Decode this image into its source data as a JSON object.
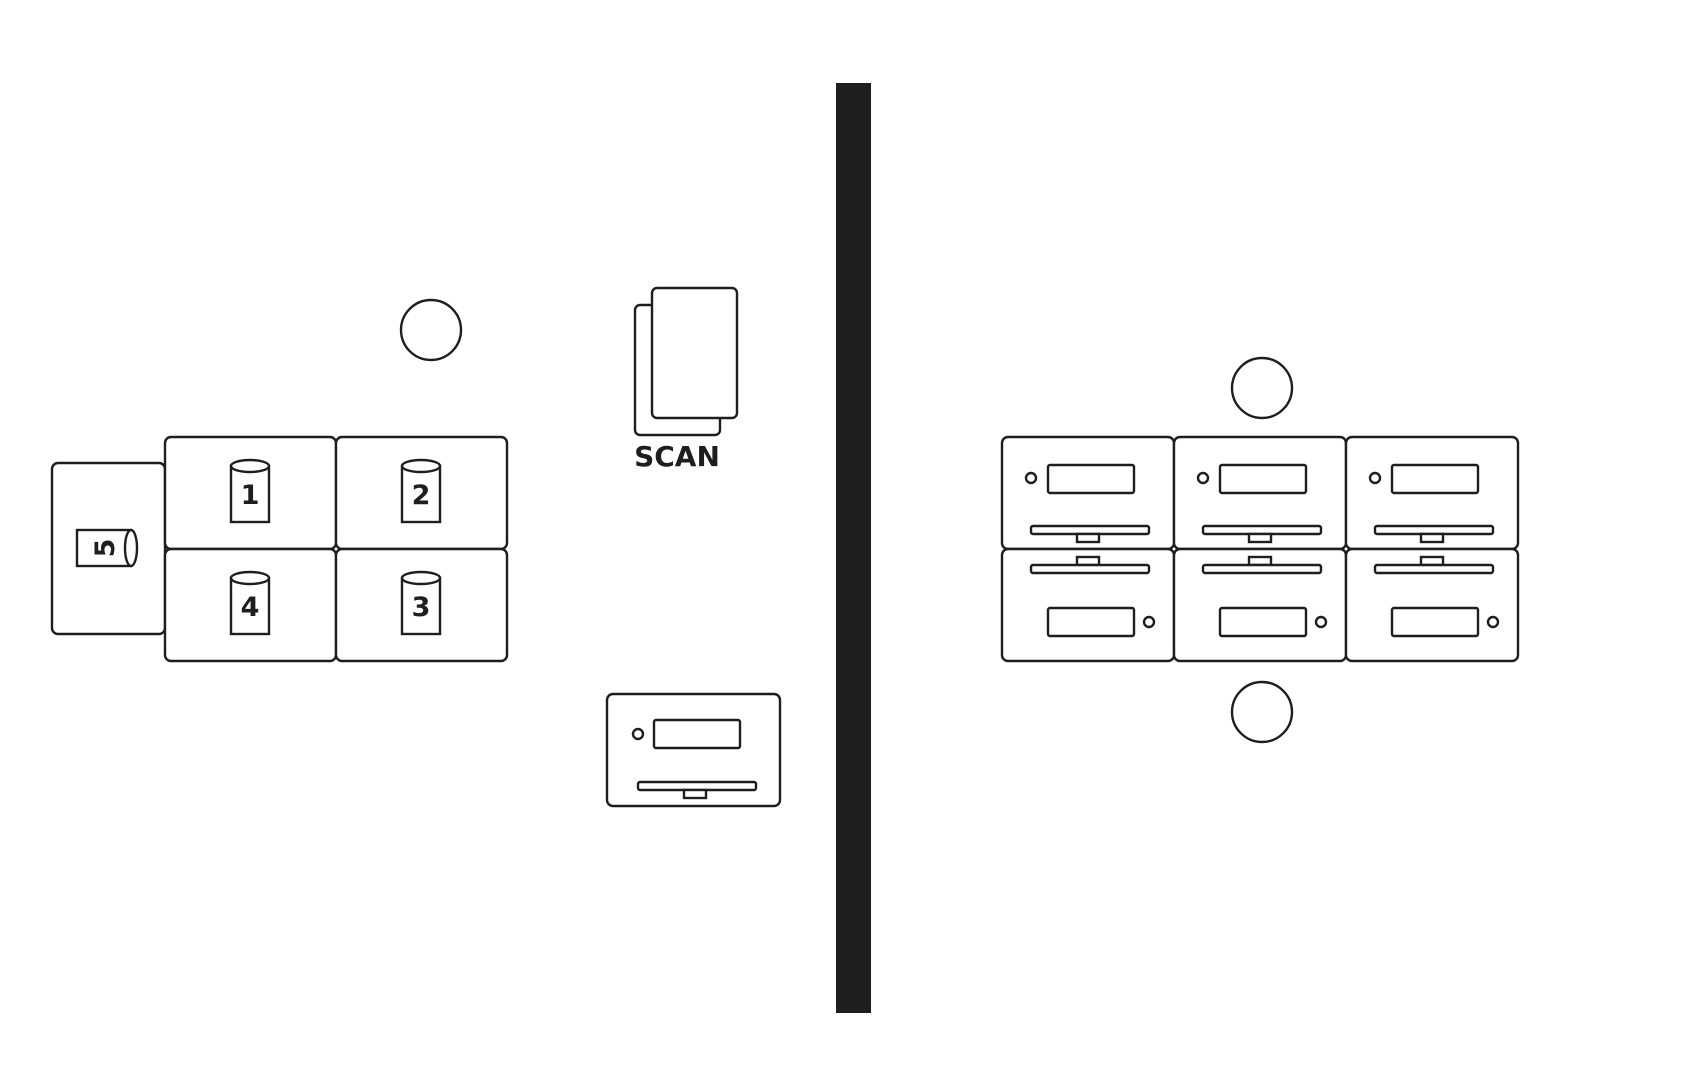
{
  "diagram": {
    "colors": {
      "line": "#1e1e1e",
      "background": "#ffffff",
      "divider": "#1e1e1e"
    },
    "left_area": {
      "stations": [
        {
          "id": "1",
          "label": "1",
          "icon": "cylinder-icon"
        },
        {
          "id": "2",
          "label": "2",
          "icon": "cylinder-icon"
        },
        {
          "id": "4",
          "label": "4",
          "icon": "cylinder-icon"
        },
        {
          "id": "3",
          "label": "3",
          "icon": "cylinder-icon"
        },
        {
          "id": "5",
          "label": "5",
          "icon": "cylinder-icon",
          "rotated": true
        }
      ],
      "seat_icon": "circle-seat-icon",
      "scan": {
        "label": "SCAN",
        "icon": "document-stack-icon"
      },
      "device_icon": "desk-device-icon"
    },
    "right_area": {
      "desks": 6,
      "desk_icon": "desk-device-icon",
      "seats": 2,
      "seat_icon": "circle-seat-icon"
    }
  }
}
